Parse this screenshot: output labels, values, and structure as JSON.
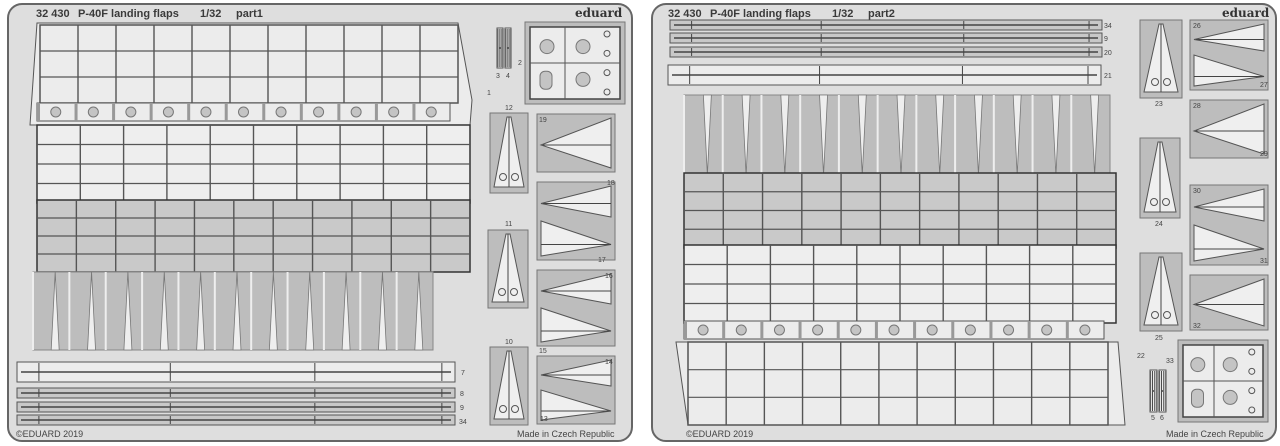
{
  "sheets": [
    {
      "code": "32 430",
      "title": "P-40F landing flaps",
      "scale": "1/32",
      "part": "part1",
      "brand": "eduard",
      "copyright": "©EDUARD 2019",
      "origin": "Made in Czech Republic",
      "part_numbers": [
        "1",
        "2",
        "3",
        "4",
        "12",
        "19",
        "18",
        "11",
        "17",
        "16",
        "15",
        "10",
        "14",
        "13",
        "7",
        "8",
        "9",
        "34"
      ]
    },
    {
      "code": "32 430",
      "title": "P-40F landing flaps",
      "scale": "1/32",
      "part": "part2",
      "brand": "eduard",
      "copyright": "©EDUARD 2019",
      "origin": "Made in Czech Republic",
      "part_numbers": [
        "34",
        "9",
        "20",
        "21",
        "23",
        "26",
        "27",
        "28",
        "29",
        "24",
        "30",
        "31",
        "25",
        "32",
        "22",
        "33",
        "5",
        "6"
      ]
    }
  ],
  "colors": {
    "fret": "#dedede",
    "part": "#ececec",
    "shade": "#bdbdbd",
    "line": "#555555"
  }
}
